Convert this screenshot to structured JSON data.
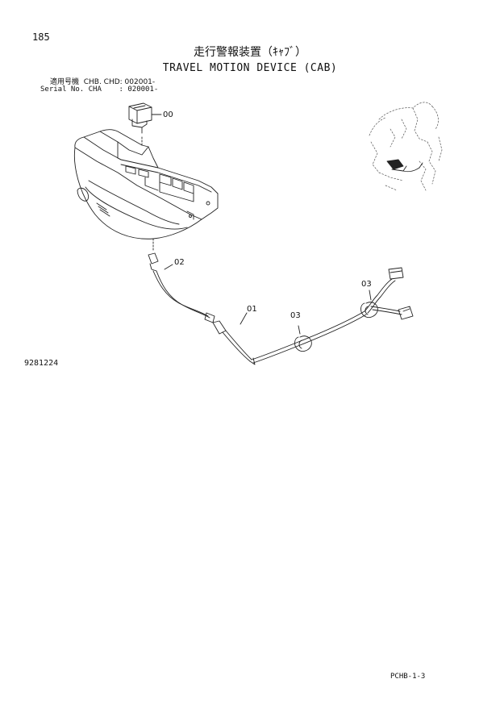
{
  "header": {
    "page_number": "185",
    "title_jp": "走行警報装置（ｷｬﾌﾞ）",
    "title_en": "TRAVEL MOTION DEVICE (CAB)",
    "applicability_label": "適用号機  CHB. CHD: 002001-",
    "serial_label": "Serial No. CHA    : 020001-"
  },
  "diagram": {
    "part_labels": {
      "p00": "00",
      "p01": "01",
      "p02": "02",
      "p03a": "03",
      "p03b": "03"
    }
  },
  "footer": {
    "drawing_number": "9281224",
    "page_code": "PCHB-1-3"
  }
}
